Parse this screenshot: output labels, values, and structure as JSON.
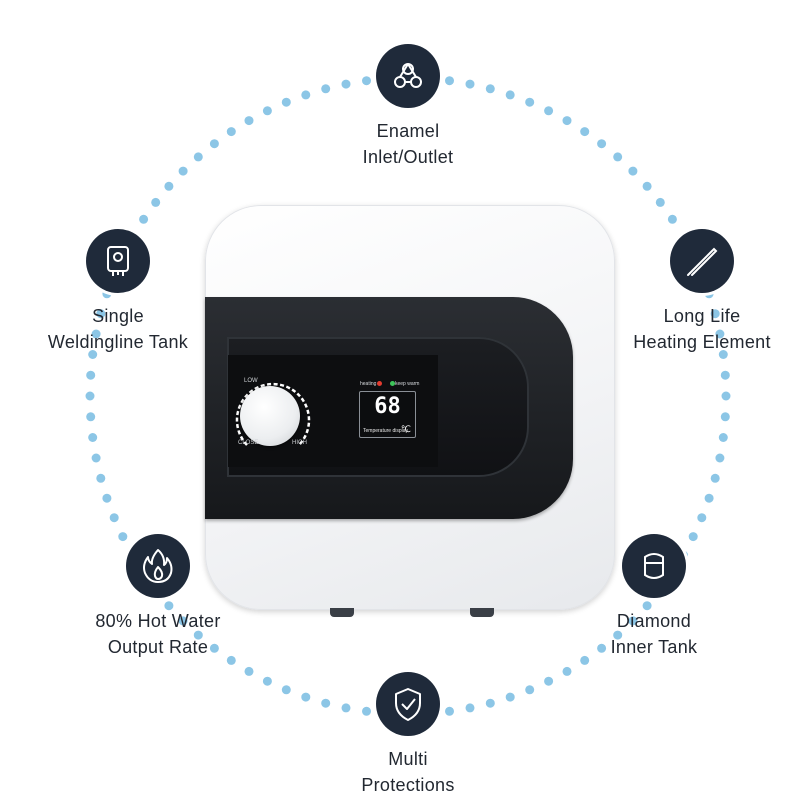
{
  "colors": {
    "dot": "#8cc6e6",
    "badge": "#1f2a3a",
    "caption": "#222831",
    "led_heating": "#e33b2f",
    "led_keep_warm": "#3ec45a"
  },
  "features": [
    {
      "icon": "pipes-icon",
      "line1": "Enamel",
      "line2": "Inlet/Outlet"
    },
    {
      "icon": "heating-element-icon",
      "line1": "Long Life",
      "line2": "Heating Element"
    },
    {
      "icon": "tank-icon",
      "line1": "Diamond",
      "line2": "Inner Tank"
    },
    {
      "icon": "shield-check-icon",
      "line1": "Multi",
      "line2": "Protections"
    },
    {
      "icon": "flame-icon",
      "line1": "80% Hot Water",
      "line2": "Output Rate"
    },
    {
      "icon": "boiler-icon",
      "line1": "Single",
      "line2": "Weldingline Tank"
    }
  ],
  "heater": {
    "knob_low": "LOW",
    "knob_close": "CLOSE",
    "knob_high": "HIGH",
    "heating_label": "heating",
    "keep_warm_label": "keep warm",
    "temperature": "68",
    "display_label": "Temperature display",
    "unit": "℃"
  }
}
